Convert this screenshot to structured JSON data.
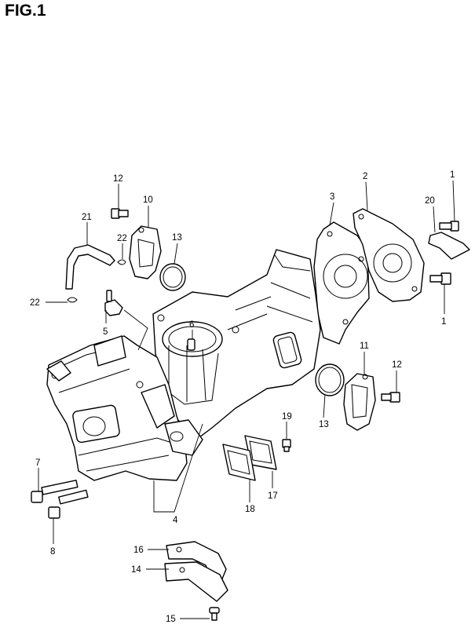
{
  "figure": {
    "title": "FIG.1"
  },
  "callouts": [
    {
      "id": "1a",
      "label": "1"
    },
    {
      "id": "1b",
      "label": "1"
    },
    {
      "id": "2",
      "label": "2"
    },
    {
      "id": "3",
      "label": "3"
    },
    {
      "id": "4",
      "label": "4"
    },
    {
      "id": "5",
      "label": "5"
    },
    {
      "id": "6",
      "label": "6"
    },
    {
      "id": "7",
      "label": "7"
    },
    {
      "id": "8",
      "label": "8"
    },
    {
      "id": "10",
      "label": "10"
    },
    {
      "id": "11",
      "label": "11"
    },
    {
      "id": "12a",
      "label": "12"
    },
    {
      "id": "12b",
      "label": "12"
    },
    {
      "id": "13a",
      "label": "13"
    },
    {
      "id": "13b",
      "label": "13"
    },
    {
      "id": "14",
      "label": "14"
    },
    {
      "id": "15",
      "label": "15"
    },
    {
      "id": "16",
      "label": "16"
    },
    {
      "id": "17",
      "label": "17"
    },
    {
      "id": "18",
      "label": "18"
    },
    {
      "id": "19",
      "label": "19"
    },
    {
      "id": "20",
      "label": "20"
    },
    {
      "id": "21",
      "label": "21"
    },
    {
      "id": "22a",
      "label": "22"
    },
    {
      "id": "22b",
      "label": "22"
    }
  ]
}
